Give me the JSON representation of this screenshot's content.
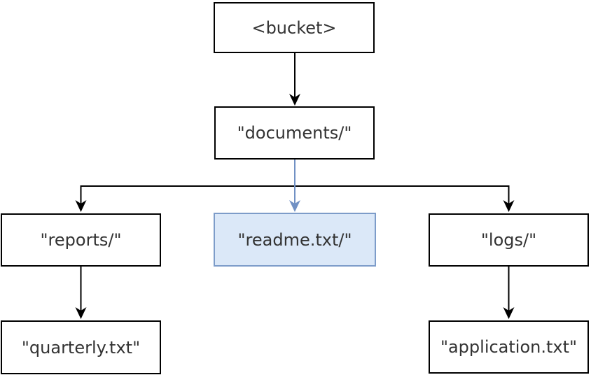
{
  "diagram": {
    "type": "tree",
    "description": "S3-style bucket key hierarchy diagram with one highlighted node",
    "nodes": {
      "bucket": {
        "label": "<bucket>",
        "level": 0,
        "highlighted": false
      },
      "documents": {
        "label": "\"documents/\"",
        "level": 1,
        "highlighted": false
      },
      "reports": {
        "label": "\"reports/\"",
        "level": 2,
        "highlighted": false
      },
      "readme": {
        "label": "\"readme.txt/\"",
        "level": 2,
        "highlighted": true
      },
      "logs": {
        "label": "\"logs/\"",
        "level": 2,
        "highlighted": false
      },
      "quarterly": {
        "label": "\"quarterly.txt\"",
        "level": 3,
        "highlighted": false
      },
      "application": {
        "label": "\"application.txt\"",
        "level": 3,
        "highlighted": false
      }
    },
    "edges": [
      {
        "from": "bucket",
        "to": "documents",
        "style": "black-arrow"
      },
      {
        "from": "documents",
        "to": "reports",
        "style": "black-arrow"
      },
      {
        "from": "documents",
        "to": "readme",
        "style": "blue-arrow"
      },
      {
        "from": "documents",
        "to": "logs",
        "style": "black-arrow"
      },
      {
        "from": "reports",
        "to": "quarterly",
        "style": "black-arrow"
      },
      {
        "from": "logs",
        "to": "application",
        "style": "black-arrow"
      }
    ],
    "colors": {
      "background": "#ffffff",
      "node_border": "#000000",
      "edge": "#000000",
      "text": "#333333",
      "highlight_fill": "#dbe8f8",
      "highlight_border": "#7d9cc9",
      "highlight_arrow": "#7191c4"
    }
  }
}
